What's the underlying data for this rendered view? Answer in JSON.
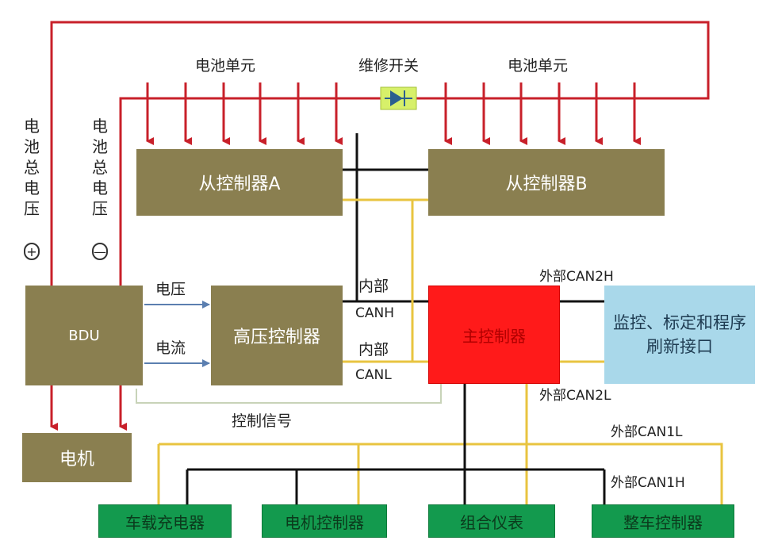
{
  "labels": {
    "cell_unit_left": "电池单元",
    "cell_unit_right": "电池单元",
    "service_switch": "维修开关",
    "pack_voltage_plus": "电池总电压",
    "pack_voltage_plus_sign": "+",
    "pack_voltage_minus": "电池总电压",
    "pack_voltage_minus_sign": "—",
    "voltage": "电压",
    "current": "电流",
    "control_signal": "控制信号",
    "internal_canh_1": "内部",
    "internal_canh_2": "CANH",
    "internal_canl_1": "内部",
    "internal_canl_2": "CANL",
    "external_can2h": "外部CAN2H",
    "external_can2l": "外部CAN2L",
    "external_can1l": "外部CAN1L",
    "external_can1h": "外部CAN1H"
  },
  "boxes": {
    "slave_a": "从控制器A",
    "slave_b": "从控制器B",
    "bdu": "BDU",
    "hv_controller": "高压控制器",
    "master_controller": "主控制器",
    "monitor_interface": "监控、标定和程序刷新接口",
    "motor": "电机",
    "onboard_charger": "车载充电器",
    "motor_controller": "电机控制器",
    "instrument_cluster": "组合仪表",
    "vehicle_controller": "整车控制器"
  },
  "colors": {
    "power_line": "#c8202a",
    "can_high_line": "#111111",
    "can_low_line": "#e8c440",
    "control_line": "#c8d3b8",
    "arrow_signal": "#5b7fb0",
    "olive_box": "#8a7f50",
    "green_box": "#139a4e",
    "master_box": "#ff1a1a",
    "interface_box": "#a9d8ea",
    "switch_bg": "#d7f06a"
  },
  "icons": {
    "service_switch": "diode-switch-icon"
  }
}
